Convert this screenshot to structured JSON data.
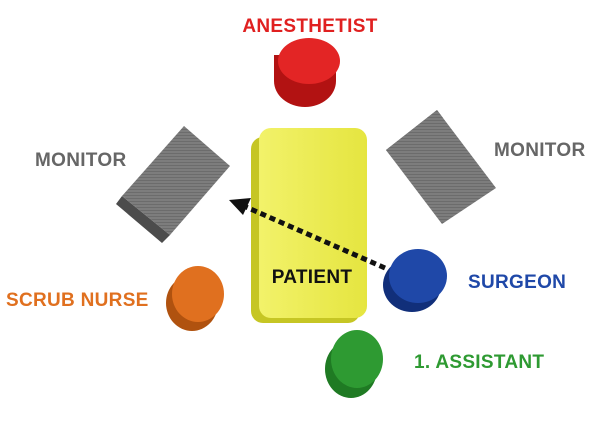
{
  "labels": {
    "anesthetist": "ANESTHETIST",
    "monitor_left": "MONITOR",
    "monitor_right": "MONITOR",
    "patient": "PATIENT",
    "surgeon": "SURGEON",
    "scrub_nurse": "SCRUB NURSE",
    "assistant": "1. ASSISTANT"
  },
  "colors": {
    "anesthetist": "#e02020",
    "surgeon": "#1f48a8",
    "scrub_nurse": "#e0701f",
    "assistant": "#2e9a32",
    "patient": "#ecec4a",
    "monitor": "#7a7a7a",
    "label_gray": "#666666",
    "arrow": "#111111"
  }
}
